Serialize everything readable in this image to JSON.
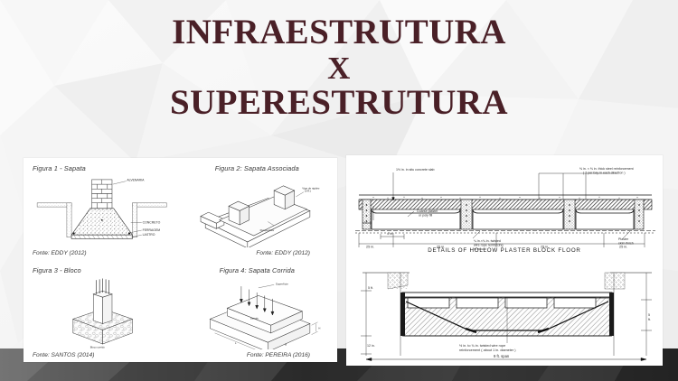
{
  "slide": {
    "title_lines": [
      "INFRAESTRUTURA",
      "X",
      "SUPERESTRUTURA"
    ],
    "title_color": "#4a2027",
    "background_color": "#f4f4f4",
    "accent_dark": "#2e2e2e"
  },
  "left_panel": {
    "figures": [
      {
        "title": "Figura 1 - Sapata",
        "source": "Fonte:  EDDY (2012)",
        "labels": [
          "ALVENARIA",
          "CONCRETO",
          "FERRAGEM",
          "LASTRO"
        ]
      },
      {
        "title": "Figura 2: Sapata Associada",
        "source": "Fonte:  EDDY (2012)",
        "labels": [
          "Viga de rigidez",
          "Perspectiva"
        ]
      },
      {
        "title": "Figura 3 - Bloco",
        "source": "Fonte:  SANTOS (2014)",
        "labels": [
          "Bloco corrido"
        ]
      },
      {
        "title": "Figura 4: Sapata Corrida",
        "source": "Fonte:  PEREIRA (2016)",
        "labels": [
          "Superfície",
          "parede"
        ]
      }
    ]
  },
  "right_panel": {
    "top_drawing": {
      "caption": "DETAILS OF HOLLOW PLASTER BLOCK FLOOR",
      "annotations": [
        "1½ in. in situ concrete slab",
        "⅜ in. × ⅜ in. thick steel reinforcement (2 per bay in each direction)",
        "Coarse plaster or poly fill",
        "Mould",
        "¼ in. × ¼ in. twisted wire rope reinforcement in mould",
        "Plaster skim finish",
        "4 in.",
        "25 in.",
        "25 in.",
        "25 in.",
        "25 in."
      ]
    },
    "bottom_drawing": {
      "annotations": [
        "½ in. to ¾ in. twisted wire rope reinforcement ( about 1 in. diameter )",
        "9 ft. span",
        "5 ft.",
        "12 in."
      ]
    }
  }
}
